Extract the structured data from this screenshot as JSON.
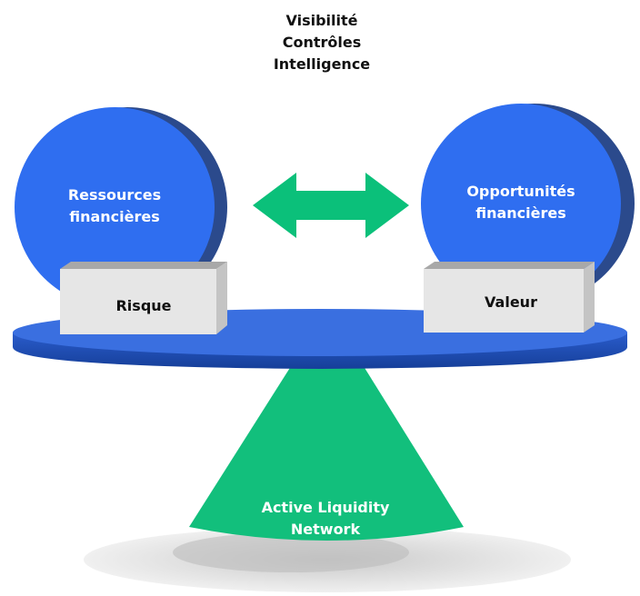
{
  "header": {
    "lines": [
      "Visibilité",
      "Contrôles",
      "Intelligence"
    ]
  },
  "left_circle": {
    "lines": [
      "Ressources",
      "financières"
    ]
  },
  "right_circle": {
    "lines": [
      "Opportunités",
      "financières"
    ]
  },
  "left_box": {
    "label": "Risque"
  },
  "right_box": {
    "label": "Valeur"
  },
  "fulcrum": {
    "lines": [
      "Active Liquidity",
      "Network"
    ]
  },
  "colors": {
    "circle_blue": "#2f6ef0",
    "circle_shadow": "#2b4a8c",
    "beam_top": "#3a6fe0",
    "beam_side": "#1f4fb4",
    "arrow_green": "#0bc07a",
    "fulcrum_green": "#12bf7c",
    "box_front": "#e6e6e6",
    "box_top": "#a8a8a8",
    "box_side": "#c8c8c8"
  }
}
